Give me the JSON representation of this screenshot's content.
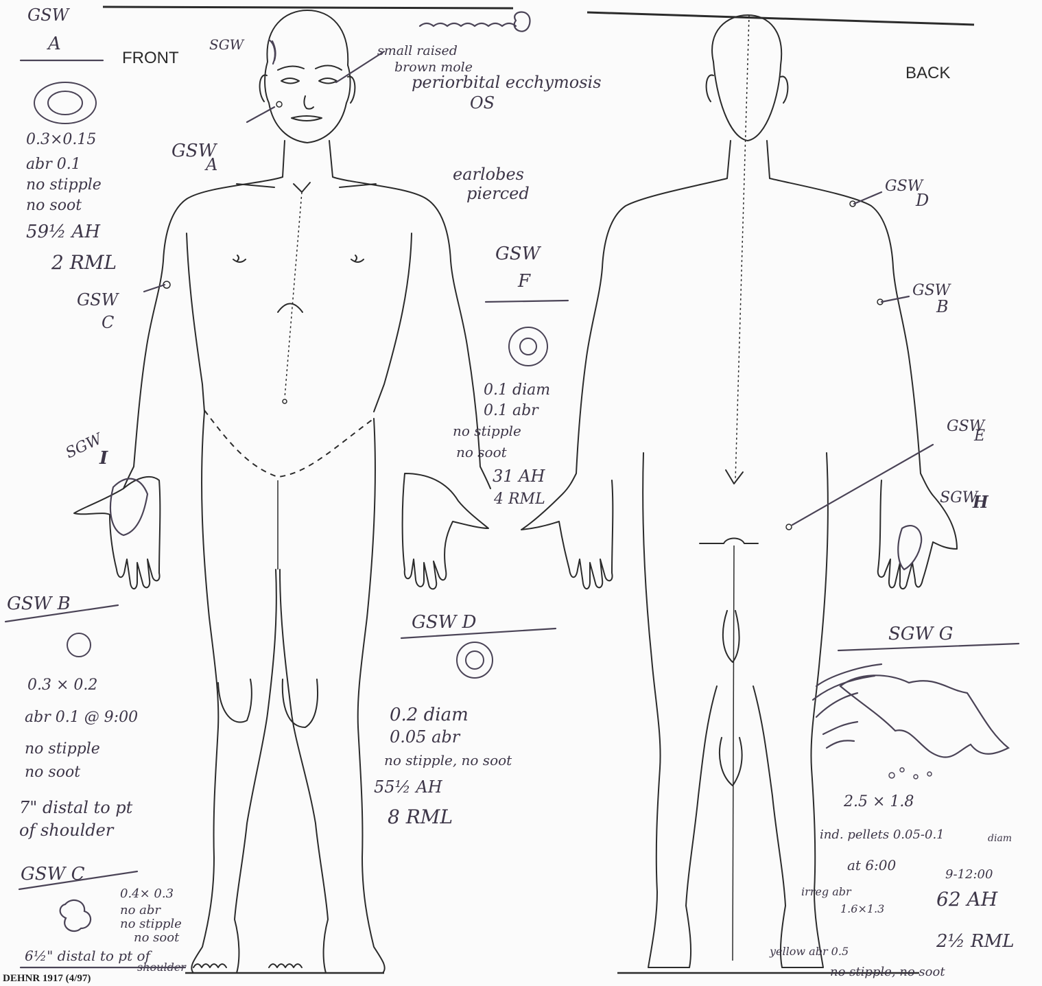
{
  "form": {
    "front_label": "FRONT",
    "back_label": "BACK",
    "footer": "DEHNR 1917 (4/97)"
  },
  "front_notes": {
    "gsw_top": "GSW",
    "gsw_a_header": "A",
    "gsw_a_details": [
      "0.3×0.15",
      "abr 0.1",
      "no stipple",
      "no soot",
      "59½ AH",
      "2 RML"
    ],
    "gsw_a_face_label": [
      "GSW",
      "A"
    ],
    "sgw_eye_label": "SGW",
    "eye_note": [
      "small raised",
      "brown mole"
    ],
    "periorbital": [
      "periorbital ecchymosis",
      "OS"
    ],
    "gsw_c_arm": [
      "GSW",
      "C"
    ],
    "sgw_i_label": [
      "SGW",
      "I"
    ],
    "gsw_b_header": "GSW B",
    "gsw_b_details": [
      "0.3 × 0.2",
      "abr 0.1 @ 9:00",
      "no stipple",
      "no soot",
      "7\" distal to pt",
      "of shoulder"
    ],
    "gsw_c_header": "GSW C",
    "gsw_c_details": [
      "0.4× 0.3",
      "no abr",
      "no stipple",
      "no soot"
    ],
    "gsw_c_distance": [
      "6½\" distal to pt of",
      "shoulder"
    ]
  },
  "center_notes": {
    "earlobes": [
      "earlobes",
      "pierced"
    ],
    "gsw_f_header": [
      "GSW",
      "F"
    ],
    "gsw_f_details": [
      "0.1 diam",
      "0.1 abr",
      "no stipple",
      "no soot",
      "31 AH",
      "4 RML"
    ],
    "gsw_d_header": "GSW D",
    "gsw_d_details": [
      "0.2 diam",
      "0.05 abr",
      "no stipple, no soot",
      "55½ AH",
      "8 RML"
    ]
  },
  "back_notes": {
    "gsw_d_label": [
      "GSW",
      "D"
    ],
    "gsw_b_label": [
      "GSW",
      "B"
    ],
    "gsw_e_label": [
      "GSW",
      "E"
    ],
    "sgw_h_label": [
      "SGW",
      "H"
    ],
    "sgw_g_header": "SGW G",
    "sgw_g_details": [
      "2.5 × 1.8",
      "ind. pellets 0.05-0.1",
      "diam",
      "at 6:00",
      "9-12:00",
      "irreg abr",
      "1.6×1.3",
      "62 AH",
      "2½ RML",
      "no stipple, no soot"
    ],
    "yellow_note": "yellow abr 0.5"
  }
}
